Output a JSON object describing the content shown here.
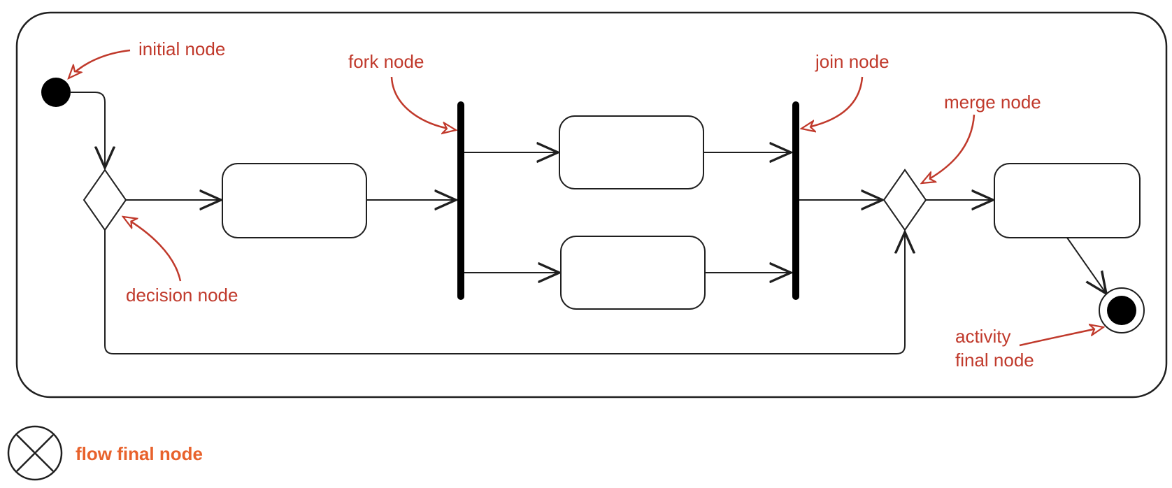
{
  "colors": {
    "line": "#1f1f1f",
    "annotation": "#c0392b",
    "legend_text": "#e8622c",
    "background": "#ffffff"
  },
  "annotations": {
    "initial_node": "initial node",
    "fork_node": "fork node",
    "join_node": "join node",
    "merge_node": "merge node",
    "decision_node": "decision node",
    "activity_final_line1": "activity",
    "activity_final_line2": "final node"
  },
  "legend": {
    "flow_final_label": "flow final node",
    "flow_final_icon": "circle-x-icon"
  }
}
